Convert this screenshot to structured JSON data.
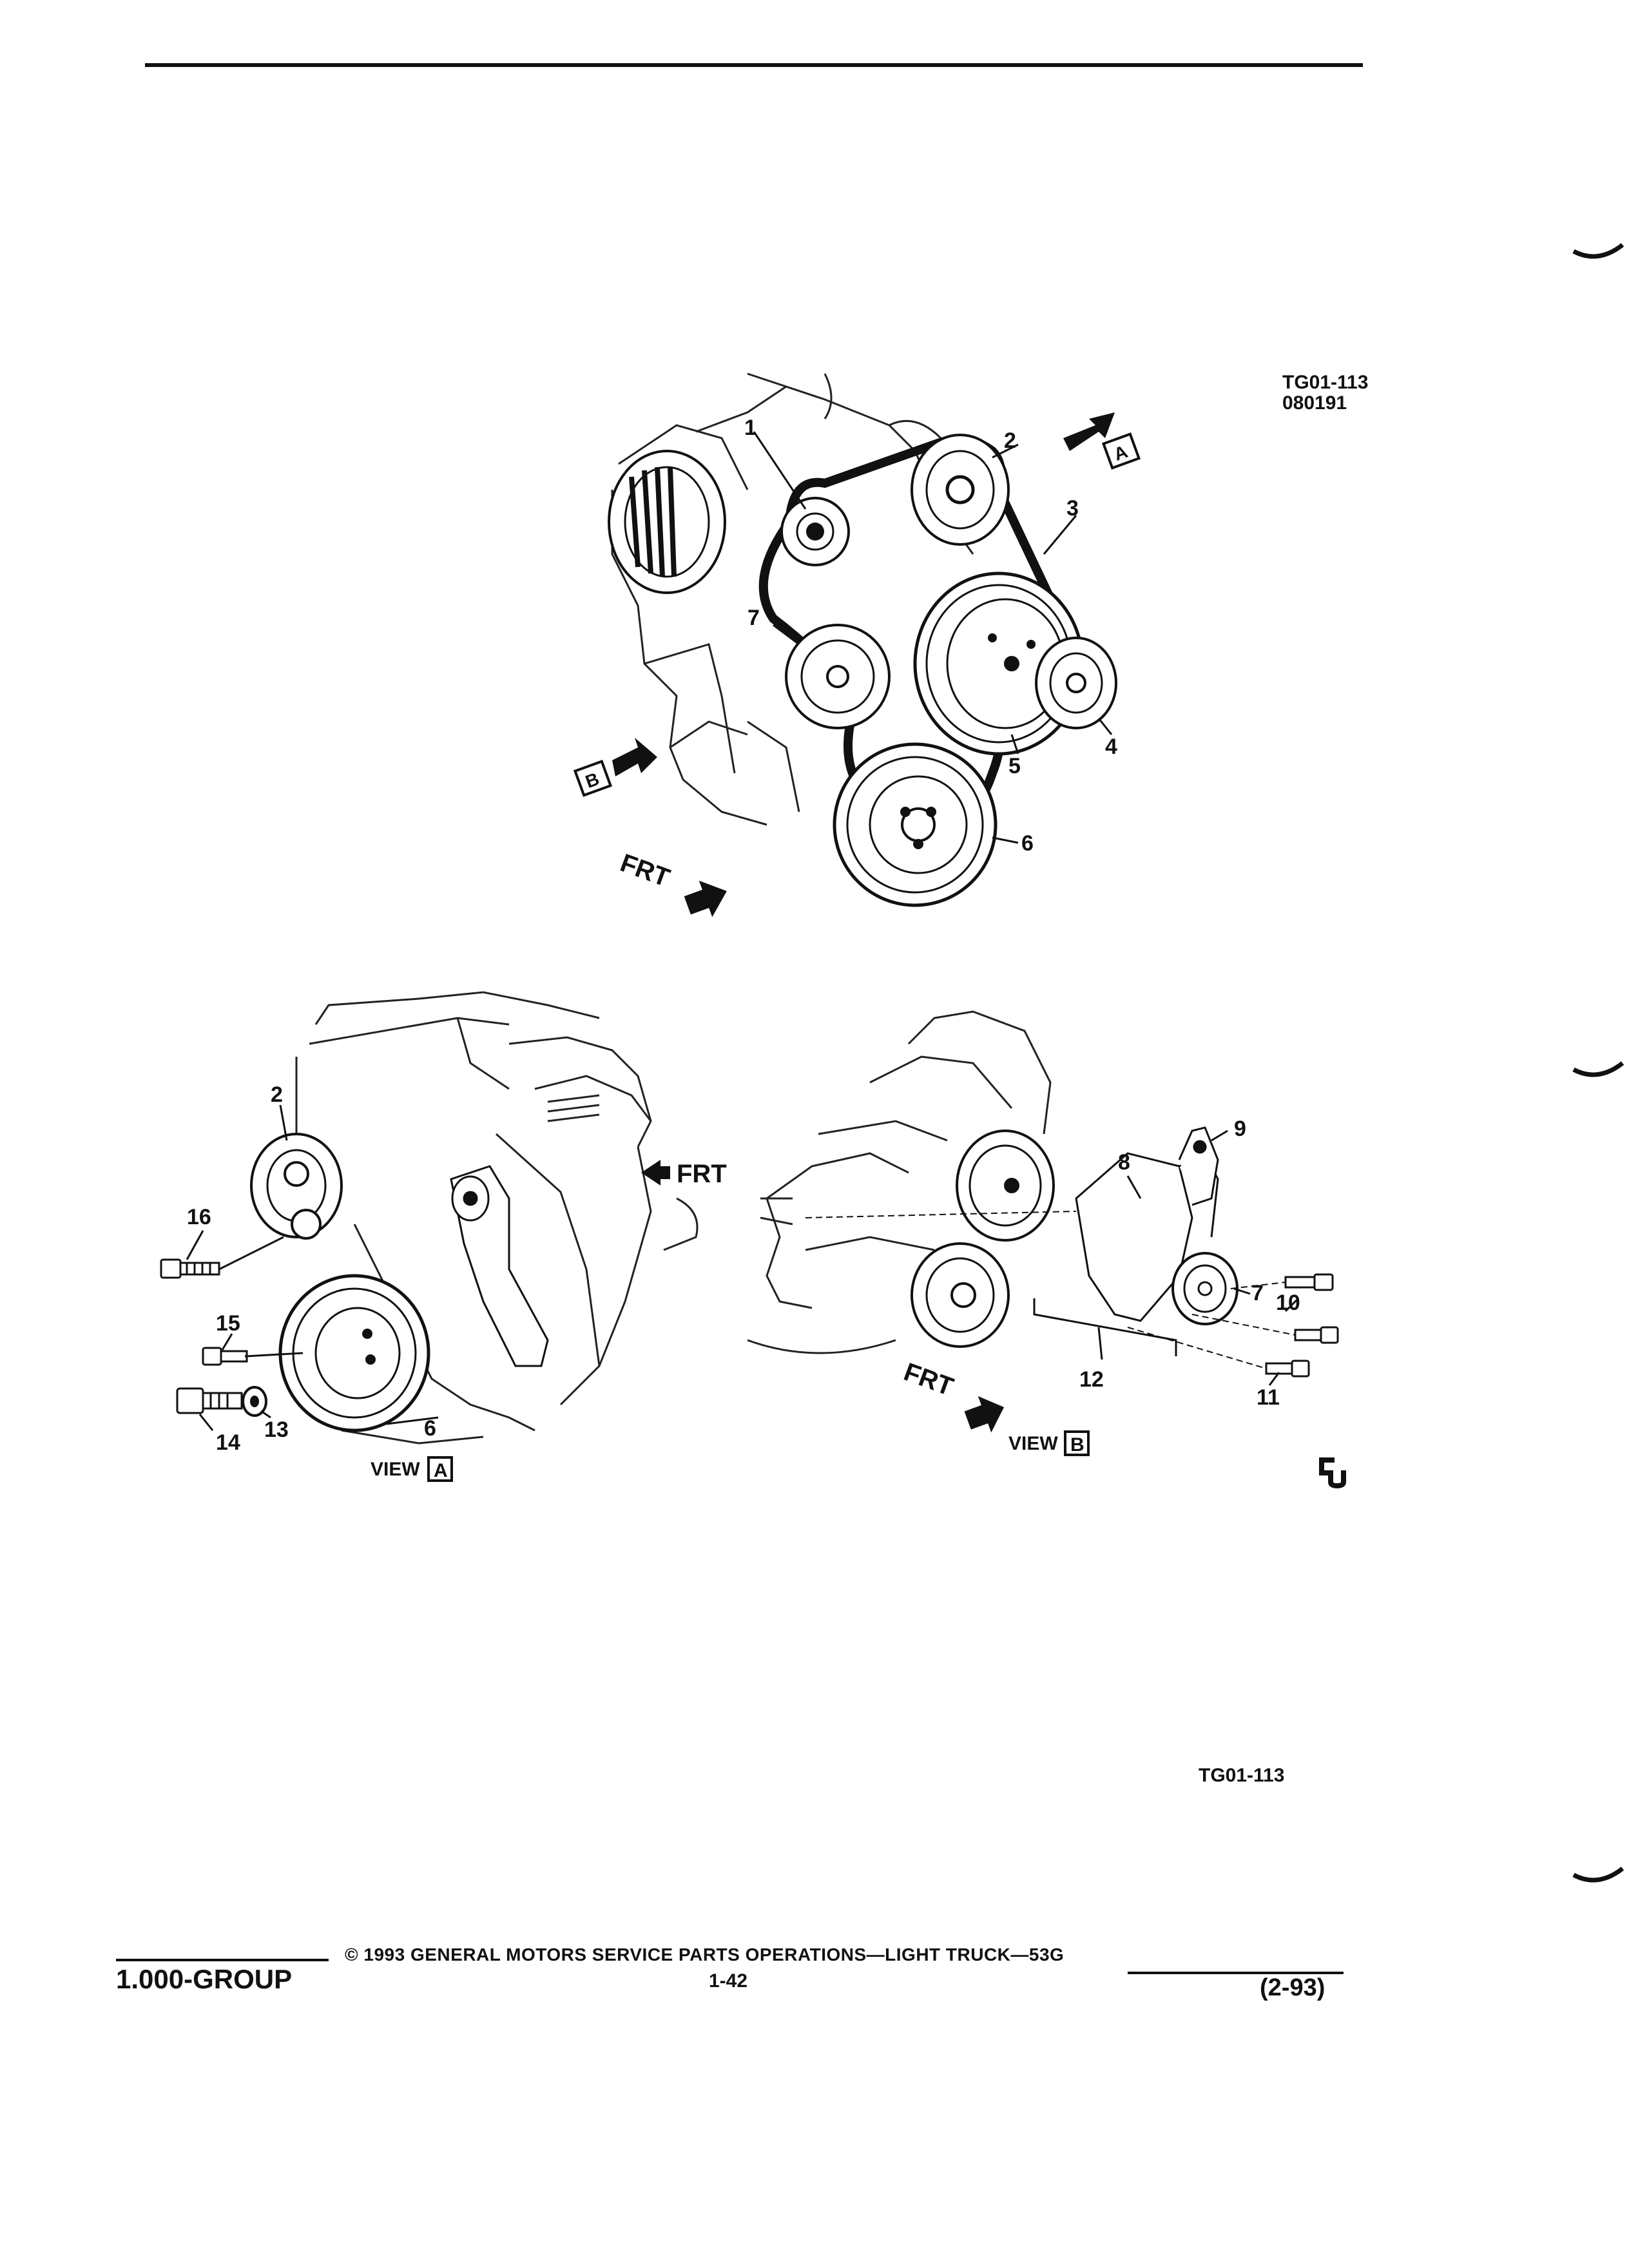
{
  "header": {
    "figure_code": "TG01-113",
    "figure_date": "080191"
  },
  "figures": {
    "main": {
      "callouts": [
        "1",
        "2",
        "3",
        "4",
        "5",
        "6",
        "7"
      ],
      "view_a_arrow": "A",
      "view_b_arrow": "B",
      "front_label": "FRT"
    },
    "view_a": {
      "callouts": [
        "2",
        "16",
        "15",
        "14",
        "13",
        "6"
      ],
      "front_label": "FRT",
      "caption_word": "VIEW",
      "caption_letter": "A"
    },
    "view_b": {
      "callouts": [
        "8",
        "9",
        "7",
        "10",
        "11",
        "12"
      ],
      "front_label": "FRT",
      "caption_word": "VIEW",
      "caption_letter": "B"
    }
  },
  "bottom_code": "TG01-113",
  "footer": {
    "copyright": "© 1993 GENERAL MOTORS SERVICE PARTS OPERATIONS—LIGHT TRUCK—53G",
    "group": "1.000-GROUP",
    "page": "1-42",
    "date": "(2-93)"
  }
}
